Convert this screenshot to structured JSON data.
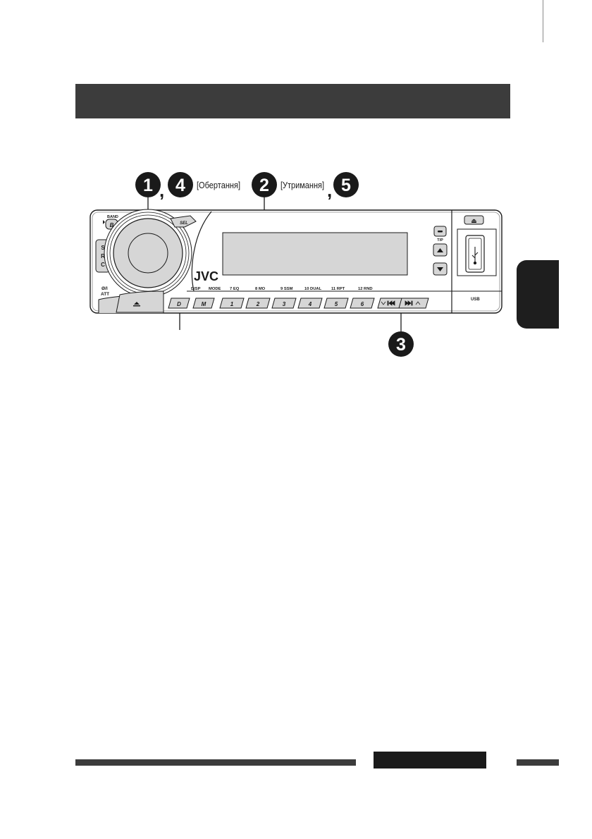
{
  "callouts": {
    "n1": "1",
    "n4": "4",
    "n2": "2",
    "n5": "5",
    "n3": "3",
    "comma": ",",
    "rotate_label": "[Обертання]",
    "hold_label": "[Утримання]"
  },
  "device": {
    "brand": "JVC",
    "band_label": "BAND",
    "band_key": "B",
    "sel_key": "SEL",
    "src_letters": [
      "S",
      "R",
      "C"
    ],
    "power_label_1": "Ø/I",
    "power_label_2": "ATT",
    "tp_label": "T/P",
    "usb_label": "USB",
    "eject_symbol": "⏏",
    "top_labels": [
      "DISP",
      "MODE",
      "7  EQ",
      "8  MO",
      "9  SSM",
      "10  DUAL",
      "11  RPT",
      "12  RND"
    ],
    "keys": [
      "D",
      "M",
      "1",
      "2",
      "3",
      "4",
      "5",
      "6"
    ]
  }
}
